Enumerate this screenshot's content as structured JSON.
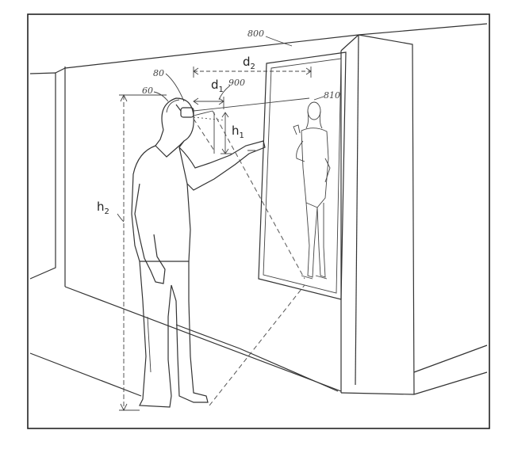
{
  "labels": {
    "ref_800": "800",
    "ref_80": "80",
    "ref_60": "60",
    "ref_900": "900",
    "ref_810": "810",
    "dim_d2": "d",
    "dim_d2_sub": "2",
    "dim_d1": "d",
    "dim_d1_sub": "1",
    "dim_h1": "h",
    "dim_h1_sub": "1",
    "dim_h2": "h",
    "dim_h2_sub": "2"
  }
}
